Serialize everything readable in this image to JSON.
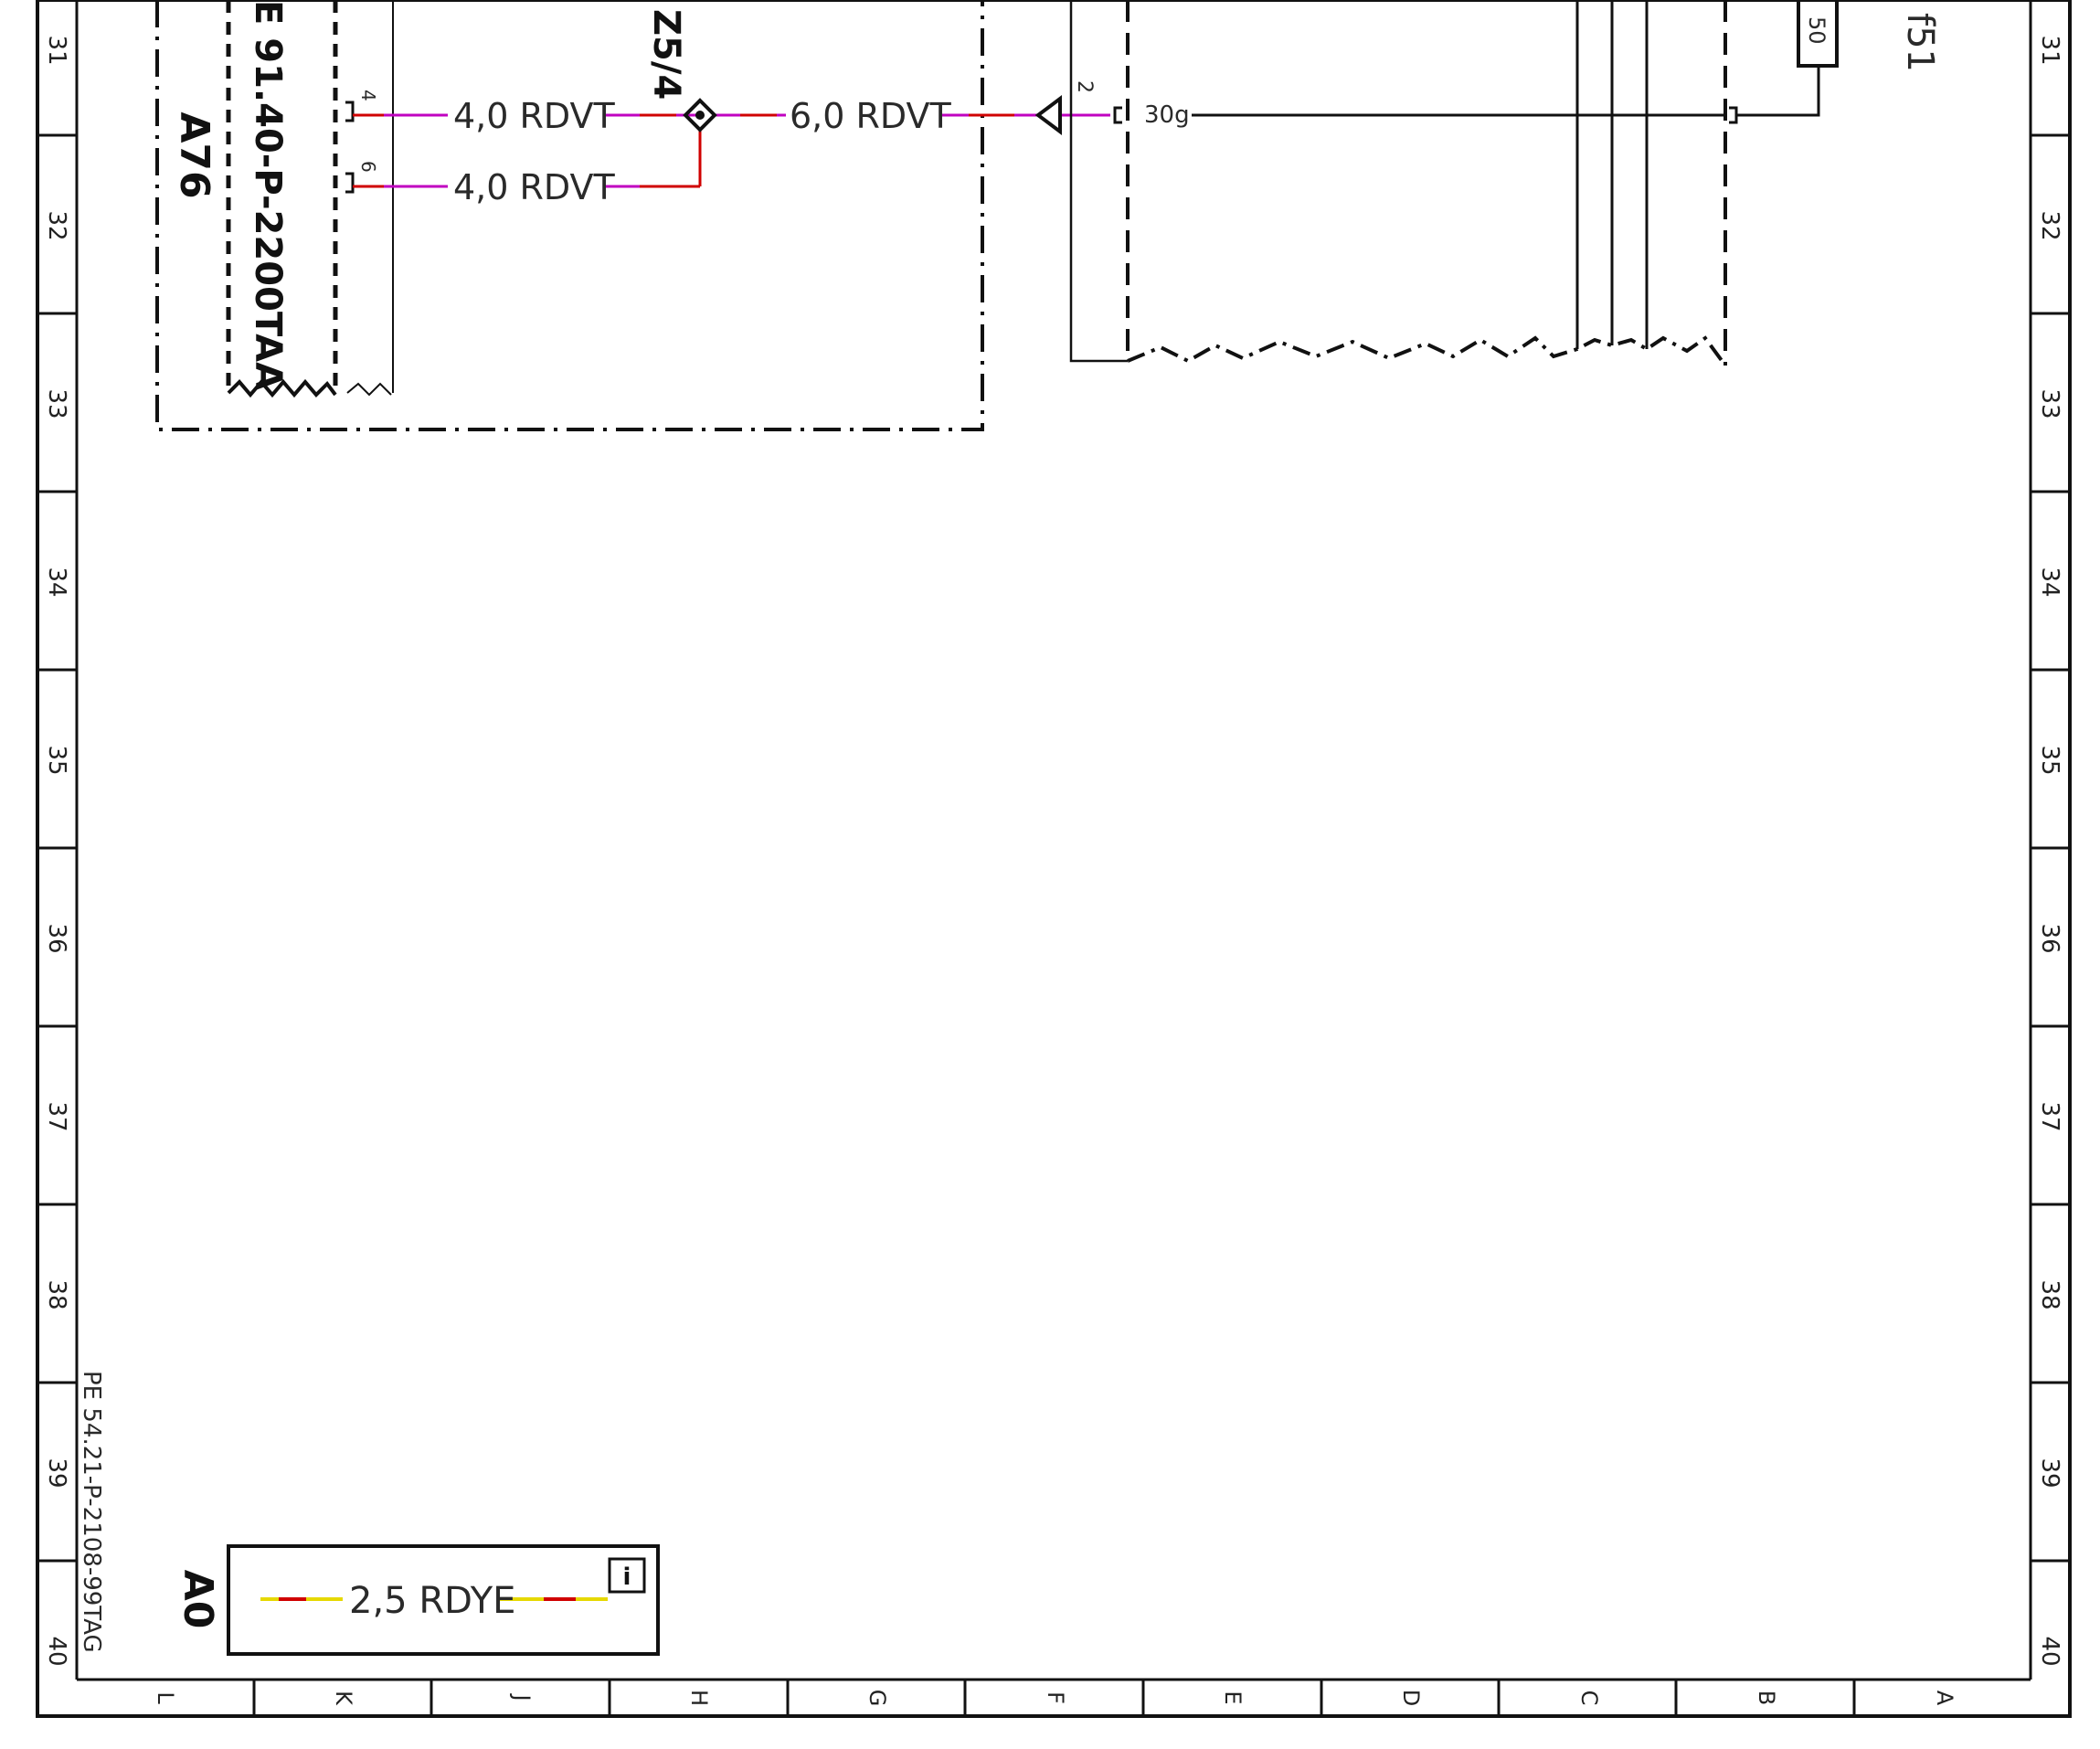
{
  "colors": {
    "wire_magenta": "#c000c0",
    "wire_red": "#d00000",
    "wire_yellow": "#e6d800",
    "ink": "#111111"
  },
  "frame": {
    "row_numbers": [
      "31",
      "32",
      "33",
      "34",
      "35",
      "36",
      "37",
      "38",
      "39",
      "40"
    ],
    "column_letters": [
      "L",
      "K",
      "J",
      "H",
      "G",
      "F",
      "E",
      "D",
      "C",
      "B",
      "A"
    ],
    "document_id": "PE 54.21-P-2108-99TAG"
  },
  "components": {
    "a76": {
      "designation": "A76",
      "reference": "E 91.40-P-2200TAA",
      "pin_4": "4",
      "pin_6": "6"
    },
    "z5_4": {
      "designation": "Z5/4"
    },
    "connector": {
      "pin": "2",
      "terminal": "30g"
    },
    "f51": {
      "designation": "f51",
      "fuse_value": "50"
    },
    "a0": {
      "designation": "A0",
      "wire_label": "2,5 RDYE",
      "info_icon": "info-icon"
    }
  },
  "wires": {
    "w1": "4,0 RDVT",
    "w2": "4,0 RDVT",
    "w3": "6,0 RDVT"
  }
}
